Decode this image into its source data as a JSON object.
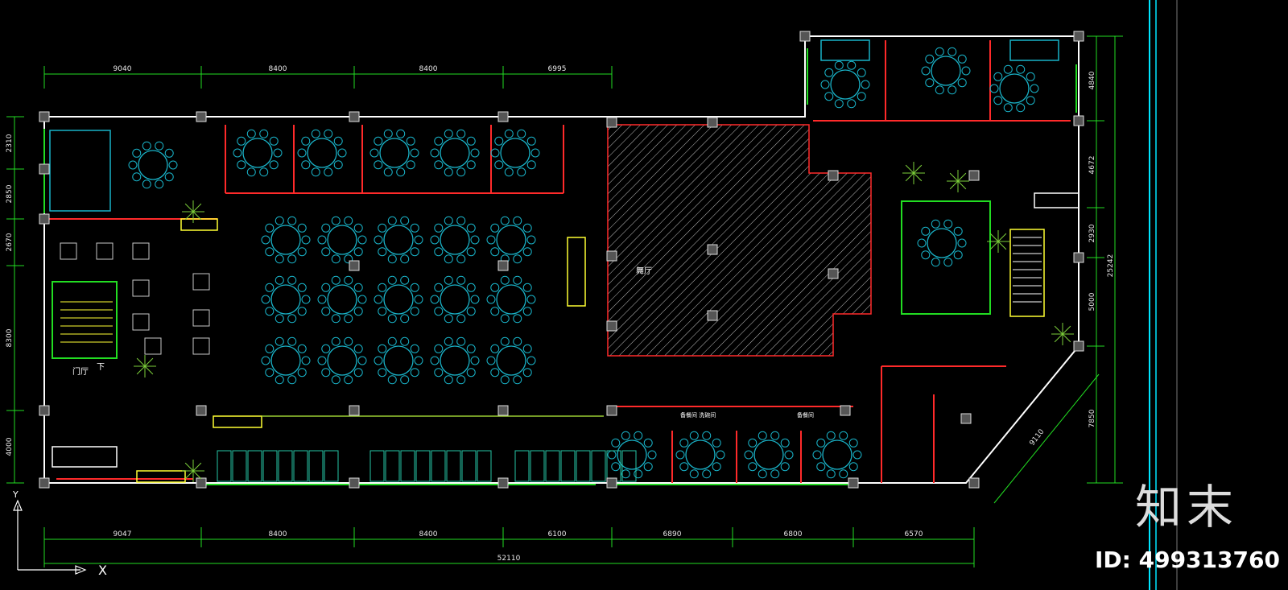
{
  "plan": {
    "dims_top": [
      "9040",
      "8400",
      "8400",
      "6995"
    ],
    "dims_bottom": [
      "9047",
      "8400",
      "8400",
      "6100",
      "6890",
      "6800",
      "6570"
    ],
    "dim_total_bottom": "52110",
    "dims_left": [
      "2310",
      "2850",
      "2670",
      "8300",
      "4000"
    ],
    "dims_right": [
      "4840",
      "4672",
      "2930",
      "5000",
      "7850"
    ],
    "dim_total_right": "25242",
    "dim_diagonal": "9110",
    "labels": {
      "lobby": "门厅",
      "down": "下",
      "hall": "舞厅",
      "axis_x": "X",
      "axis_y": "Y",
      "cab1": "备餐间 洗碗间",
      "cab2": "备餐间"
    }
  },
  "watermark": {
    "brand": "知末",
    "id": "ID: 499313760"
  },
  "colors": {
    "wall": "#ffffff",
    "partition": "#ff2a2a",
    "furniture": "#19b3c8",
    "dimension": "#22dd22",
    "accent": "#ffff33",
    "frame": "#00e5ff"
  }
}
